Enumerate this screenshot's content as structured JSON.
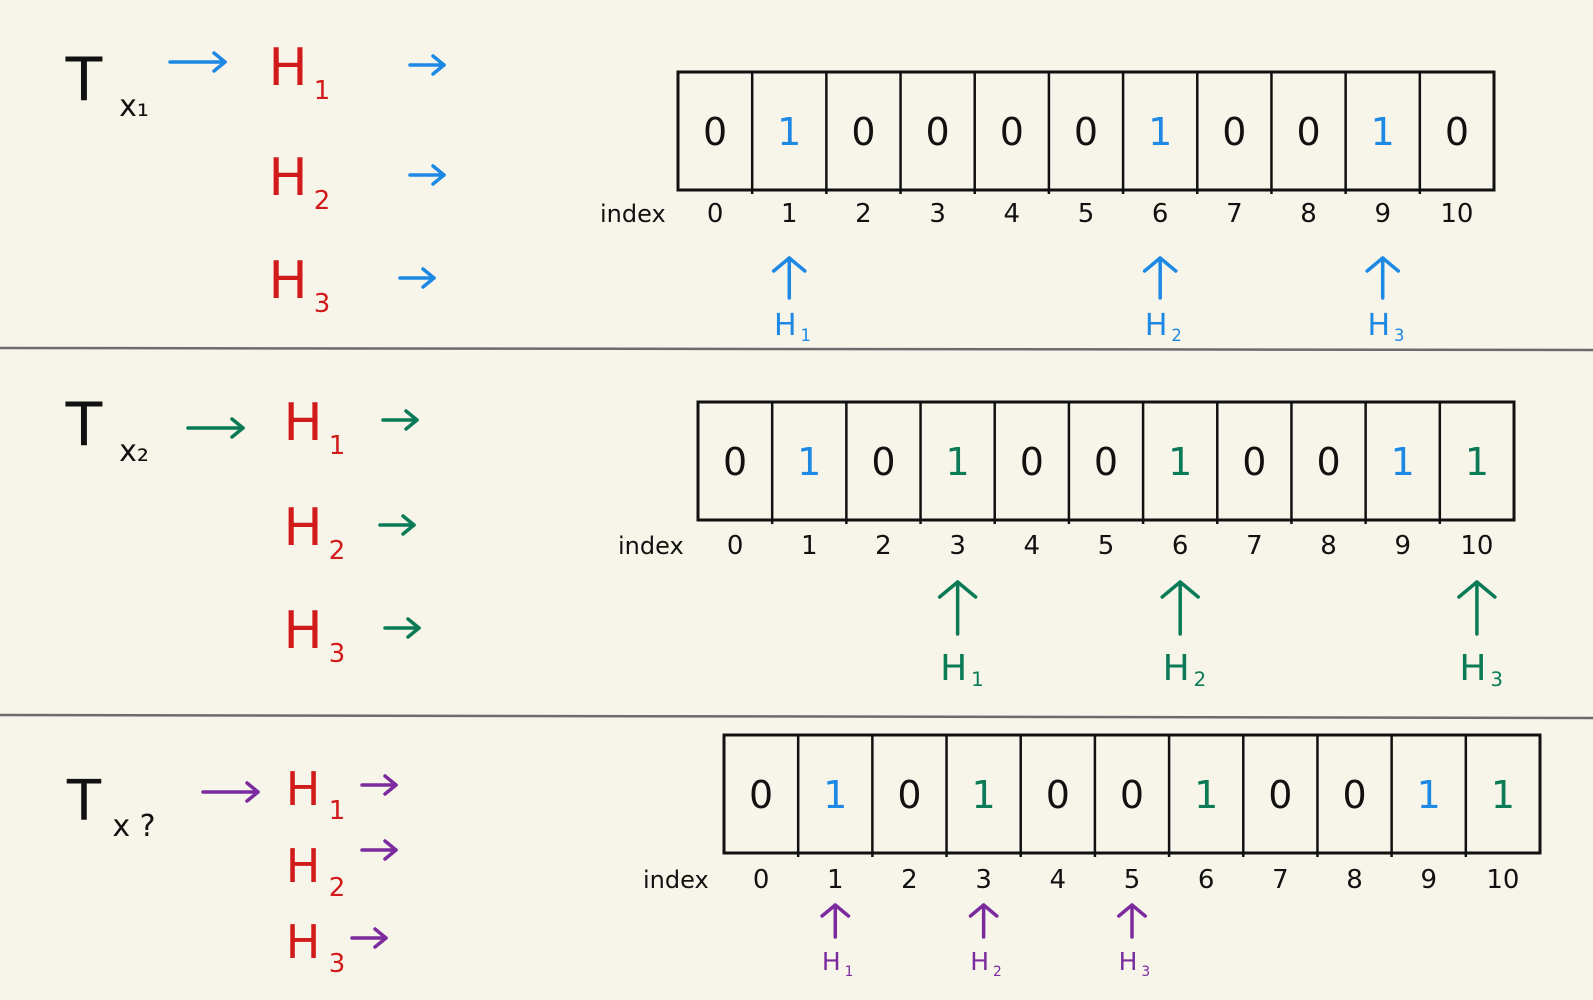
{
  "colors": {
    "background": "#f7f5e9",
    "ink": "#111111",
    "hash_label": "#d11a1a",
    "tx1": "#1e88e5",
    "tx2": "#0b7a57",
    "tx3": "#7b2b9e",
    "divider": "#6b6b6b"
  },
  "index_label": "index",
  "sections": [
    {
      "tx_main": "T",
      "tx_sub": "x₁",
      "color_key": "tx1",
      "hashes": [
        {
          "main": "H",
          "sub": "1"
        },
        {
          "main": "H",
          "sub": "2"
        },
        {
          "main": "H",
          "sub": "3"
        }
      ],
      "bits": [
        "0",
        "1",
        "0",
        "0",
        "0",
        "0",
        "1",
        "0",
        "0",
        "1",
        "0"
      ],
      "bit_colors": [
        "ink",
        "tx1",
        "ink",
        "ink",
        "ink",
        "ink",
        "tx1",
        "ink",
        "ink",
        "tx1",
        "ink"
      ],
      "indices": [
        "0",
        "1",
        "2",
        "3",
        "4",
        "5",
        "6",
        "7",
        "8",
        "9",
        "10"
      ],
      "pointers": [
        {
          "index": 1,
          "main": "H",
          "sub": "1"
        },
        {
          "index": 6,
          "main": "H",
          "sub": "2"
        },
        {
          "index": 9,
          "main": "H",
          "sub": "3"
        }
      ]
    },
    {
      "tx_main": "T",
      "tx_sub": "x₂",
      "color_key": "tx2",
      "hashes": [
        {
          "main": "H",
          "sub": "1"
        },
        {
          "main": "H",
          "sub": "2"
        },
        {
          "main": "H",
          "sub": "3"
        }
      ],
      "bits": [
        "0",
        "1",
        "0",
        "1",
        "0",
        "0",
        "1",
        "0",
        "0",
        "1",
        "1"
      ],
      "bit_colors": [
        "ink",
        "tx1",
        "ink",
        "tx2",
        "ink",
        "ink",
        "tx2",
        "ink",
        "ink",
        "tx1",
        "tx2"
      ],
      "indices": [
        "0",
        "1",
        "2",
        "3",
        "4",
        "5",
        "6",
        "7",
        "8",
        "9",
        "10"
      ],
      "pointers": [
        {
          "index": 3,
          "main": "H",
          "sub": "1"
        },
        {
          "index": 6,
          "main": "H",
          "sub": "2"
        },
        {
          "index": 10,
          "main": "H",
          "sub": "3"
        }
      ]
    },
    {
      "tx_main": "T",
      "tx_sub": "x ?",
      "color_key": "tx3",
      "hashes": [
        {
          "main": "H",
          "sub": "1"
        },
        {
          "main": "H",
          "sub": "2"
        },
        {
          "main": "H",
          "sub": "3"
        }
      ],
      "bits": [
        "0",
        "1",
        "0",
        "1",
        "0",
        "0",
        "1",
        "0",
        "0",
        "1",
        "1"
      ],
      "bit_colors": [
        "ink",
        "tx1",
        "ink",
        "tx2",
        "ink",
        "ink",
        "tx2",
        "ink",
        "ink",
        "tx1",
        "tx2"
      ],
      "indices": [
        "0",
        "1",
        "2",
        "3",
        "4",
        "5",
        "6",
        "7",
        "8",
        "9",
        "10"
      ],
      "pointers": [
        {
          "index": 1,
          "main": "H",
          "sub": "1"
        },
        {
          "index": 3,
          "main": "H",
          "sub": "2"
        },
        {
          "index": 5,
          "main": "H",
          "sub": "3"
        }
      ]
    }
  ]
}
